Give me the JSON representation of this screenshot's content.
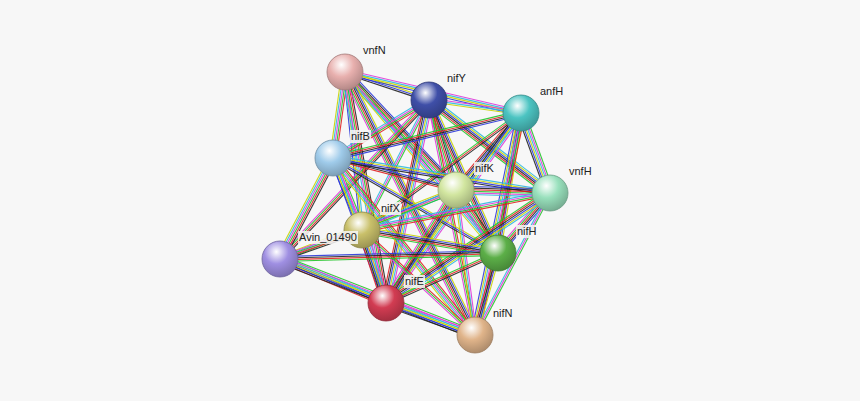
{
  "diagram": {
    "nodes": [
      {
        "text": [
          "vnfN"
        ]
      },
      {
        "text": [
          "nifY"
        ]
      },
      {
        "text": [
          "anfH"
        ]
      },
      {
        "text": [
          "nifB"
        ]
      },
      {
        "text": [
          "nifK"
        ]
      },
      {
        "text": [
          "vnfH"
        ]
      },
      {
        "text": [
          "nifX"
        ]
      },
      {
        "text": [
          "Avin_01490"
        ]
      },
      {
        "text": [
          "nifH"
        ]
      },
      {
        "text": [
          "nifE"
        ]
      },
      {
        "text": [
          "nifN"
        ]
      }
    ],
    "edges": [
      {
        "from": 0,
        "to": 1,
        "arrow": "none"
      },
      {
        "from": 0,
        "to": 2,
        "arrow": "none"
      },
      {
        "from": 0,
        "to": 3,
        "arrow": "none"
      },
      {
        "from": 0,
        "to": 4,
        "arrow": "none"
      },
      {
        "from": 0,
        "to": 6,
        "arrow": "none"
      },
      {
        "from": 0,
        "to": 8,
        "arrow": "none"
      },
      {
        "from": 0,
        "to": 9,
        "arrow": "none"
      },
      {
        "from": 0,
        "to": 10,
        "arrow": "none"
      },
      {
        "from": 1,
        "to": 2,
        "arrow": "none"
      },
      {
        "from": 1,
        "to": 3,
        "arrow": "none"
      },
      {
        "from": 1,
        "to": 4,
        "arrow": "none"
      },
      {
        "from": 1,
        "to": 5,
        "arrow": "none"
      },
      {
        "from": 1,
        "to": 6,
        "arrow": "none"
      },
      {
        "from": 1,
        "to": 7,
        "arrow": "none"
      },
      {
        "from": 1,
        "to": 8,
        "arrow": "none"
      },
      {
        "from": 1,
        "to": 9,
        "arrow": "none"
      },
      {
        "from": 1,
        "to": 10,
        "arrow": "none"
      },
      {
        "from": 2,
        "to": 3,
        "arrow": "none"
      },
      {
        "from": 2,
        "to": 4,
        "arrow": "none"
      },
      {
        "from": 2,
        "to": 5,
        "arrow": "none"
      },
      {
        "from": 2,
        "to": 6,
        "arrow": "none"
      },
      {
        "from": 2,
        "to": 8,
        "arrow": "none"
      },
      {
        "from": 2,
        "to": 9,
        "arrow": "none"
      },
      {
        "from": 2,
        "to": 10,
        "arrow": "none"
      },
      {
        "from": 3,
        "to": 4,
        "arrow": "none"
      },
      {
        "from": 3,
        "to": 5,
        "arrow": "none"
      },
      {
        "from": 3,
        "to": 6,
        "arrow": "none"
      },
      {
        "from": 3,
        "to": 7,
        "arrow": "none"
      },
      {
        "from": 3,
        "to": 8,
        "arrow": "none"
      },
      {
        "from": 3,
        "to": 9,
        "arrow": "none"
      },
      {
        "from": 3,
        "to": 10,
        "arrow": "none"
      },
      {
        "from": 4,
        "to": 5,
        "arrow": "none"
      },
      {
        "from": 4,
        "to": 6,
        "arrow": "none"
      },
      {
        "from": 4,
        "to": 7,
        "arrow": "none"
      },
      {
        "from": 4,
        "to": 8,
        "arrow": "none"
      },
      {
        "from": 4,
        "to": 9,
        "arrow": "none"
      },
      {
        "from": 4,
        "to": 10,
        "arrow": "none"
      },
      {
        "from": 5,
        "to": 6,
        "arrow": "none"
      },
      {
        "from": 5,
        "to": 8,
        "arrow": "none"
      },
      {
        "from": 5,
        "to": 9,
        "arrow": "none"
      },
      {
        "from": 5,
        "to": 10,
        "arrow": "none"
      },
      {
        "from": 6,
        "to": 7,
        "arrow": "none"
      },
      {
        "from": 6,
        "to": 8,
        "arrow": "none"
      },
      {
        "from": 6,
        "to": 9,
        "arrow": "none"
      },
      {
        "from": 6,
        "to": 10,
        "arrow": "none"
      },
      {
        "from": 7,
        "to": 8,
        "arrow": "none"
      },
      {
        "from": 7,
        "to": 9,
        "arrow": "none"
      },
      {
        "from": 7,
        "to": 10,
        "arrow": "none"
      },
      {
        "from": 8,
        "to": 9,
        "arrow": "none"
      },
      {
        "from": 8,
        "to": 10,
        "arrow": "none"
      },
      {
        "from": 9,
        "to": 10,
        "arrow": "none"
      }
    ]
  }
}
